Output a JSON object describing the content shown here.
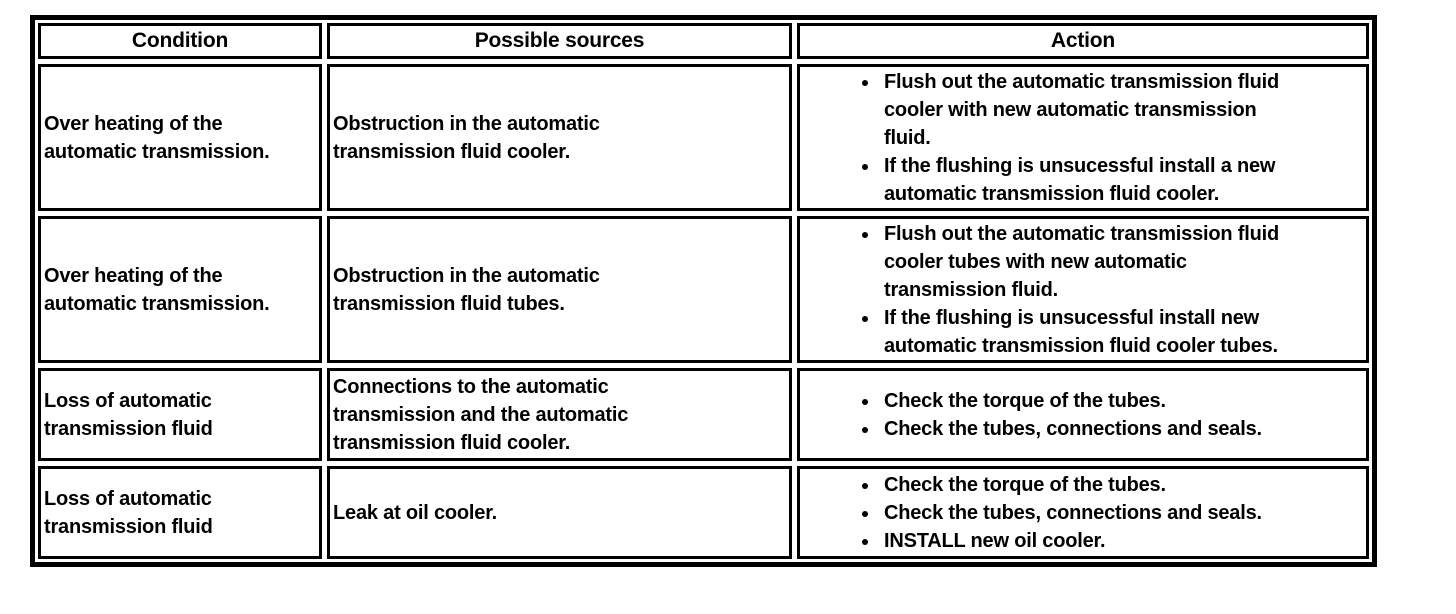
{
  "table": {
    "title": "automatic-transmission-diagnosis-table",
    "colors": {
      "border": "#000000",
      "background": "#ffffff",
      "text": "#000000"
    },
    "columns": [
      {
        "label": "Condition"
      },
      {
        "label": "Possible sources"
      },
      {
        "label": "Action"
      }
    ],
    "rows": [
      {
        "condition": "Over heating of the\nautomatic transmission.",
        "sources": "Obstruction in the automatic\ntransmission fluid cooler.",
        "actions": [
          "Flush out the automatic transmission fluid\ncooler with new automatic transmission\nfluid.",
          "If the flushing is unsucessful install a new\nautomatic transmission fluid cooler."
        ]
      },
      {
        "condition": "Over heating of the\nautomatic transmission.",
        "sources": "Obstruction in the automatic\ntransmission fluid tubes.",
        "actions": [
          "Flush out the automatic transmission fluid\ncooler tubes with new automatic\ntransmission fluid.",
          "If the flushing is unsucessful install new\nautomatic transmission fluid cooler tubes."
        ]
      },
      {
        "condition": "Loss of automatic\ntransmission fluid",
        "sources": "Connections to the automatic\ntransmission and the automatic\ntransmission fluid cooler.",
        "actions": [
          "Check the torque of the tubes.",
          "Check the tubes, connections and seals."
        ]
      },
      {
        "condition": "Loss of automatic\ntransmission fluid",
        "sources": "Leak at oil cooler.",
        "actions": [
          "Check the torque of the tubes.",
          "Check the tubes, connections and seals.",
          "INSTALL new oil cooler."
        ]
      }
    ]
  }
}
